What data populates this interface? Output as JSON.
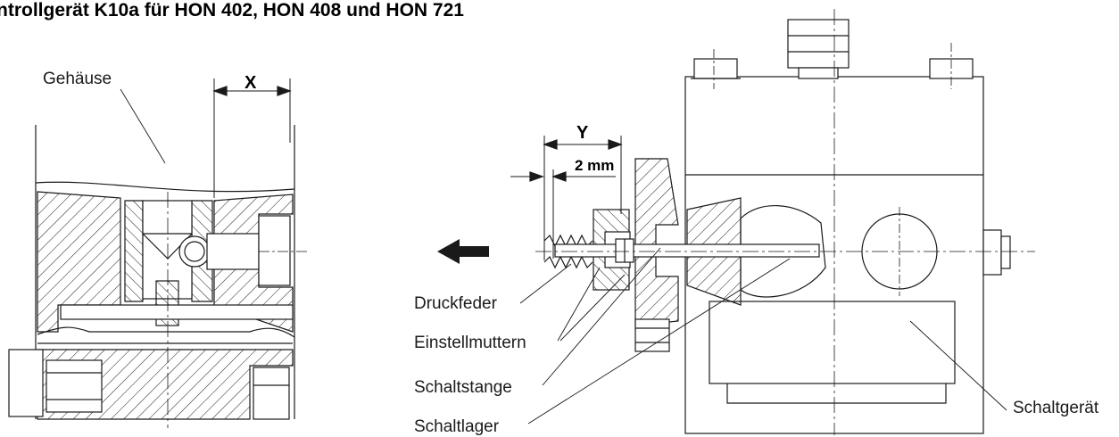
{
  "title": "ntrollgerät K10a für HON 402, HON 408 und HON 721",
  "labels": {
    "gehaeuse": "Gehäuse",
    "dim_x": "X",
    "dim_y": "Y",
    "dim_2mm": "2 mm",
    "druckfeder": "Druckfeder",
    "einstellmuttern": "Einstellmuttern",
    "schaltstange": "Schaltstange",
    "schaltlager": "Schaltlager",
    "schaltgeraet": "Schaltgerät"
  },
  "colors": {
    "line": "#1a1a1a",
    "background": "#ffffff"
  }
}
